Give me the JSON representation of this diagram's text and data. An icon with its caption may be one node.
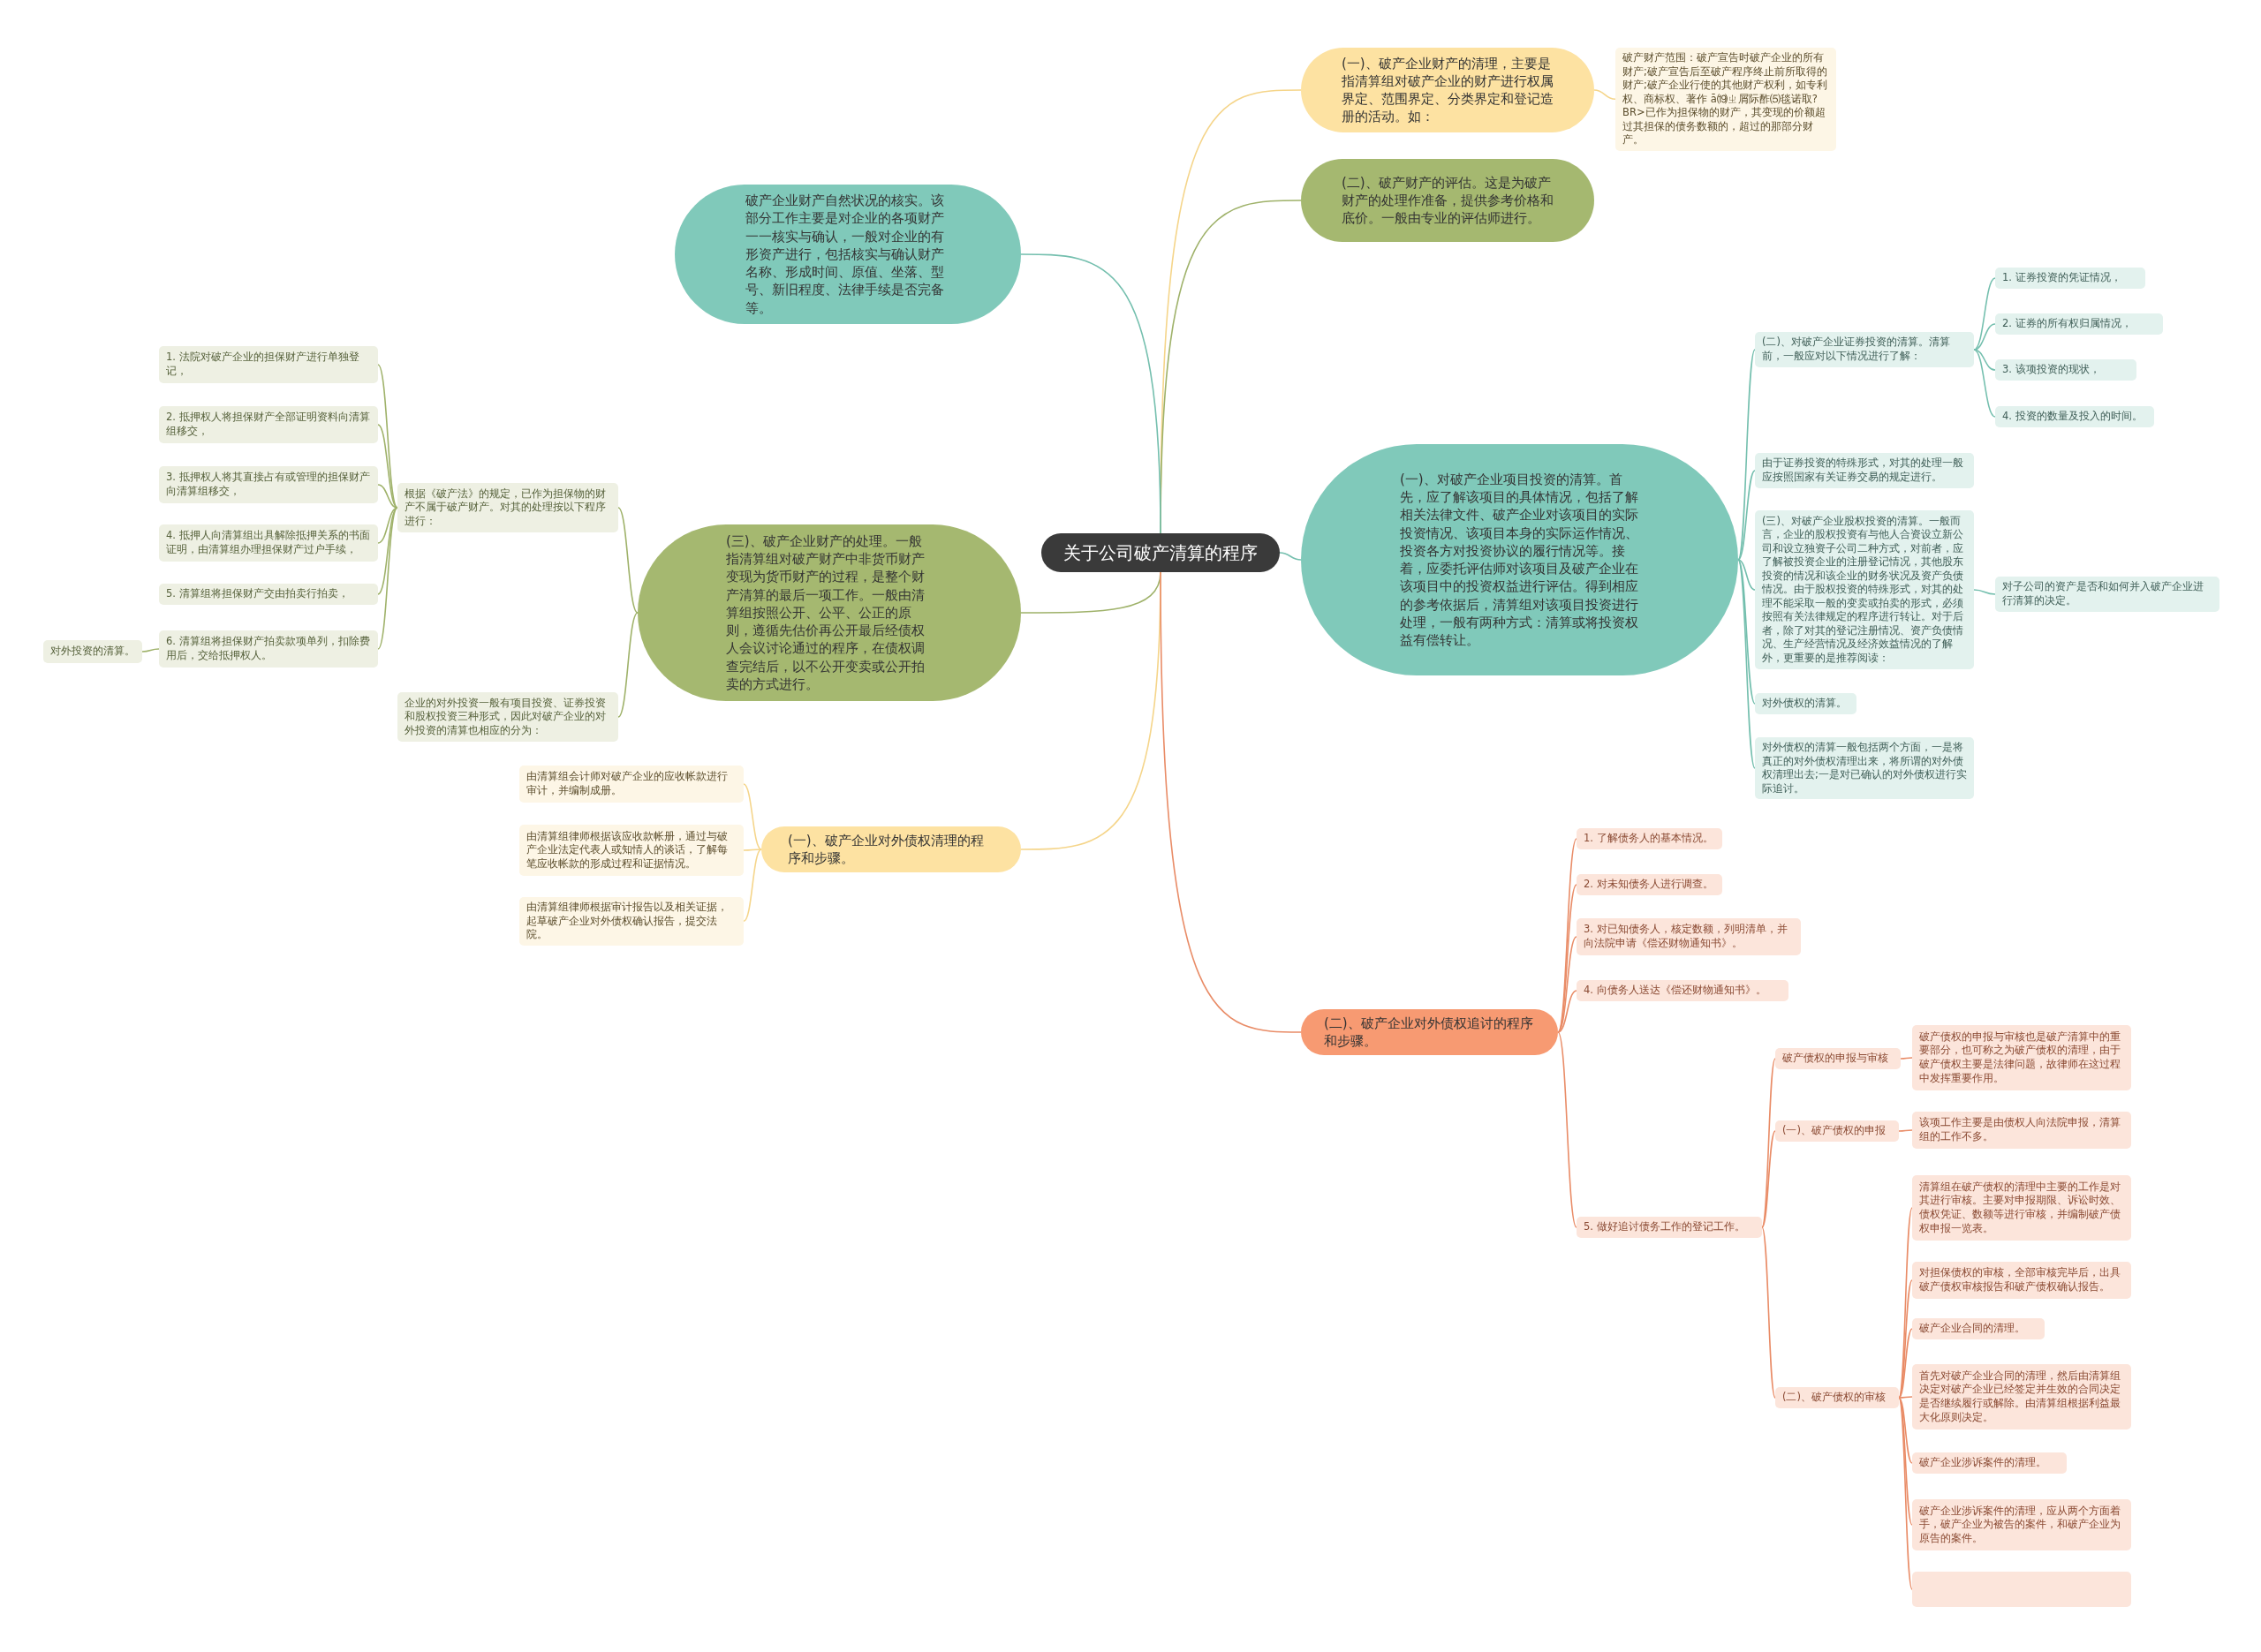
{
  "diagram": {
    "nodes": [
      {
        "text": [
          "关于公司破产清算的程序"
        ]
      },
      {
        "text": [
          "(一)、破产企业财产的清理，主要是指清算组对破产企业的财产进行权属界定、范围界定、分类界定和登记造册的活动。如："
        ]
      },
      {
        "text": [
          "破产财产范围：破产宣告时破产企业的所有财产;破产宣告后至破产程序终止前所取得的财产;破产企业行使的其他财产权利，如专利权、商标权、著作 ā⒆ㄓ屑际酢⑸毯诺取?BR>已作为担保物的财产，其变现的价额超过其担保的债务数额的，超过的那部分财产。"
        ]
      },
      {
        "text": [
          "(二)、破产财产的评估。这是为破产财产的处理作准备，提供参考价格和底价。一般由专业的评估师进行。"
        ]
      },
      {
        "text": [
          "破产企业财产自然状况的核实。该部分工作主要是对企业的各项财产一一核实与确认，一般对企业的有形资产进行，包括核实与确认财产名称、形成时间、原值、坐落、型号、新旧程度、法律手续是否完备等。"
        ]
      },
      {
        "text": [
          "(一)、对破产企业项目投资的清算。首先，应了解该项目的具体情况，包括了解相关法律文件、破产企业对该项目的实际投资情况、该项目本身的实际运作情况、投资各方对投资协议的履行情况等。接着，应委托评估师对该项目及破产企业在该项目中的投资权益进行评估。得到相应的参考依据后，清算组对该项目投资进行处理，一般有两种方式：清算或将投资权益有偿转让。"
        ]
      },
      {
        "text": [
          "(二)、对破产企业证券投资的清算。清算前，一般应对以下情况进行了解："
        ]
      },
      {
        "text": [
          "1. 证券投资的凭证情况，"
        ]
      },
      {
        "text": [
          "2. 证券的所有权归属情况，"
        ]
      },
      {
        "text": [
          "3. 该项投资的现状，"
        ]
      },
      {
        "text": [
          "4. 投资的数量及投入的时间。"
        ]
      },
      {
        "text": [
          "由于证券投资的特殊形式，对其的处理一般应按照国家有关证券交易的规定进行。"
        ]
      },
      {
        "text": [
          "(三)、对破产企业股权投资的清算。一般而言，企业的股权投资有与他人合资设立新公司和设立独资子公司二种方式，对前者，应了解被投资企业的注册登记情况，其他股东投资的情况和该企业的财务状况及资产负债情况。由于股权投资的特殊形式，对其的处理不能采取一般的变卖或拍卖的形式，必须按照有关法律规定的程序进行转让。对于后者，除了对其的登记注册情况、资产负债情况、生产经营情况及经济效益情况的了解外，更重要的是推荐阅读："
        ]
      },
      {
        "text": [
          "对子公司的资产是否和如何并入破产企业进行清算的决定。"
        ]
      },
      {
        "text": [
          "对外债权的清算。"
        ]
      },
      {
        "text": [
          "对外债权的清算一般包括两个方面，一是将真正的对外债权清理出来，将所谓的对外债权清理出去;一是对已确认的对外债权进行实际追讨。"
        ]
      },
      {
        "text": [
          "(三)、破产企业财产的处理。一般指清算组对破产财产中非货币财产变现为货币财产的过程，是整个财产清算的最后一项工作。一般由清算组按照公开、公平、公正的原则，遵循先估价再公开最后经债权人会议讨论通过的程序，在债权调查完结后，以不公开变卖或公开拍卖的方式进行。"
        ]
      },
      {
        "text": [
          "根据《破产法》的规定，已作为担保物的财产不属于破产财产。对其的处理按以下程序进行："
        ]
      },
      {
        "text": [
          "1. 法院对破产企业的担保财产进行单独登记，"
        ]
      },
      {
        "text": [
          "2. 抵押权人将担保财产全部证明资料向清算组移交，"
        ]
      },
      {
        "text": [
          "3. 抵押权人将其直接占有或管理的担保财产向清算组移交，"
        ]
      },
      {
        "text": [
          "4. 抵押人向清算组出具解除抵押关系的书面证明，由清算组办理担保财产过户手续，"
        ]
      },
      {
        "text": [
          "5. 清算组将担保财产交由拍卖行拍卖，"
        ]
      },
      {
        "text": [
          "6. 清算组将担保财产拍卖款项单列，扣除费用后，交给抵押权人。"
        ]
      },
      {
        "text": [
          "对外投资的清算。"
        ]
      },
      {
        "text": [
          "企业的对外投资一般有项目投资、证券投资和股权投资三种形式，因此对破产企业的对外投资的清算也相应的分为："
        ]
      },
      {
        "text": [
          "(一)、破产企业对外债权清理的程序和步骤。"
        ]
      },
      {
        "text": [
          "由清算组会计师对破产企业的应收帐款进行审计，并编制成册。"
        ]
      },
      {
        "text": [
          "由清算组律师根据该应收款帐册，通过与破产企业法定代表人或知情人的谈话，了解每笔应收帐款的形成过程和证据情况。"
        ]
      },
      {
        "text": [
          "由清算组律师根据审计报告以及相关证据，起草破产企业对外债权确认报告，提交法院。"
        ]
      },
      {
        "text": [
          "(二)、破产企业对外债权追讨的程序和步骤。"
        ]
      },
      {
        "text": [
          "1. 了解债务人的基本情况。"
        ]
      },
      {
        "text": [
          "2. 对未知债务人进行调查。"
        ]
      },
      {
        "text": [
          "3. 对已知债务人，核定数额，列明清单，并向法院申请《偿还财物通知书》。"
        ]
      },
      {
        "text": [
          "4. 向债务人送达《偿还财物通知书》。"
        ]
      },
      {
        "text": [
          "5. 做好追讨债务工作的登记工作。"
        ]
      },
      {
        "text": [
          "破产债权的申报与审核"
        ]
      },
      {
        "text": [
          "破产债权的申报与审核也是破产清算中的重要部分，也可称之为破产债权的清理，由于破产债权主要是法律问题，故律师在这过程中发挥重要作用。"
        ]
      },
      {
        "text": [
          "(一)、破产债权的申报"
        ]
      },
      {
        "text": [
          "该项工作主要是由债权人向法院申报，清算组的工作不多。"
        ]
      },
      {
        "text": [
          "(二)、破产债权的审核"
        ]
      },
      {
        "text": [
          "清算组在破产债权的清理中主要的工作是对其进行审核。主要对申报期限、诉讼时效、债权凭证、数额等进行审核，并编制破产债权申报一览表。"
        ]
      },
      {
        "text": [
          "对担保债权的审核，全部审核完毕后，出具破产债权审核报告和破产债权确认报告。"
        ]
      },
      {
        "text": [
          "破产企业合同的清理。"
        ]
      },
      {
        "text": [
          "首先对破产企业合同的清理，然后由清算组决定对破产企业已经签定并生效的合同决定是否继续履行或解除。由清算组根据利益最大化原则决定。"
        ]
      },
      {
        "text": [
          "破产企业涉诉案件的清理。"
        ]
      },
      {
        "text": [
          "破产企业涉诉案件的清理，应从两个方面着手，破产企业为被告的案件，和破产企业为原告的案件。"
        ]
      },
      {
        "text": [],
        "shape": "box"
      }
    ],
    "edges": [
      {
        "from": 0,
        "to": 1,
        "arrow": "none",
        "color": "#f5d58a"
      },
      {
        "from": 1,
        "to": 2,
        "arrow": "none",
        "color": "#f5d58a"
      },
      {
        "from": 0,
        "to": 3,
        "arrow": "none",
        "color": "#9fb26a"
      },
      {
        "from": 0,
        "to": 4,
        "arrow": "none",
        "color": "#74bfae"
      },
      {
        "from": 0,
        "to": 5,
        "arrow": "none",
        "color": "#74bfae"
      },
      {
        "from": 5,
        "to": 6,
        "arrow": "none",
        "color": "#74bfae"
      },
      {
        "from": 6,
        "to": 7,
        "arrow": "none",
        "color": "#74bfae"
      },
      {
        "from": 6,
        "to": 8,
        "arrow": "none",
        "color": "#74bfae"
      },
      {
        "from": 6,
        "to": 9,
        "arrow": "none",
        "color": "#74bfae"
      },
      {
        "from": 6,
        "to": 10,
        "arrow": "none",
        "color": "#74bfae"
      },
      {
        "from": 5,
        "to": 11,
        "arrow": "none",
        "color": "#74bfae"
      },
      {
        "from": 5,
        "to": 12,
        "arrow": "none",
        "color": "#74bfae"
      },
      {
        "from": 12,
        "to": 13,
        "arrow": "none",
        "color": "#74bfae"
      },
      {
        "from": 5,
        "to": 14,
        "arrow": "none",
        "color": "#74bfae"
      },
      {
        "from": 5,
        "to": 15,
        "arrow": "none",
        "color": "#74bfae"
      },
      {
        "from": 0,
        "to": 16,
        "arrow": "none",
        "color": "#9fb26a"
      },
      {
        "from": 16,
        "to": 17,
        "arrow": "none",
        "color": "#9fb26a"
      },
      {
        "from": 17,
        "to": 18,
        "arrow": "none",
        "color": "#9fb26a"
      },
      {
        "from": 17,
        "to": 19,
        "arrow": "none",
        "color": "#9fb26a"
      },
      {
        "from": 17,
        "to": 20,
        "arrow": "none",
        "color": "#9fb26a"
      },
      {
        "from": 17,
        "to": 21,
        "arrow": "none",
        "color": "#9fb26a"
      },
      {
        "from": 17,
        "to": 22,
        "arrow": "none",
        "color": "#9fb26a"
      },
      {
        "from": 17,
        "to": 23,
        "arrow": "none",
        "color": "#9fb26a"
      },
      {
        "from": 23,
        "to": 24,
        "arrow": "none",
        "color": "#9fb26a"
      },
      {
        "from": 16,
        "to": 25,
        "arrow": "none",
        "color": "#9fb26a"
      },
      {
        "from": 0,
        "to": 26,
        "arrow": "none",
        "color": "#f5d58a"
      },
      {
        "from": 26,
        "to": 27,
        "arrow": "none",
        "color": "#f5d58a"
      },
      {
        "from": 26,
        "to": 28,
        "arrow": "none",
        "color": "#f5d58a"
      },
      {
        "from": 26,
        "to": 29,
        "arrow": "none",
        "color": "#f5d58a"
      },
      {
        "from": 0,
        "to": 30,
        "arrow": "none"
      },
      {
        "from": 30,
        "to": 31,
        "arrow": "none"
      },
      {
        "from": 30,
        "to": 32,
        "arrow": "none"
      },
      {
        "from": 30,
        "to": 33,
        "arrow": "none"
      },
      {
        "from": 30,
        "to": 34,
        "arrow": "none"
      },
      {
        "from": 30,
        "to": 35,
        "arrow": "none"
      },
      {
        "from": 35,
        "to": 36,
        "arrow": "none"
      },
      {
        "from": 36,
        "to": 37,
        "arrow": "none"
      },
      {
        "from": 35,
        "to": 38,
        "arrow": "none"
      },
      {
        "from": 38,
        "to": 39,
        "arrow": "none"
      },
      {
        "from": 35,
        "to": 40,
        "arrow": "none"
      },
      {
        "from": 40,
        "to": 41,
        "arrow": "none"
      },
      {
        "from": 40,
        "to": 42,
        "arrow": "none"
      },
      {
        "from": 40,
        "to": 43,
        "arrow": "none"
      },
      {
        "from": 40,
        "to": 44,
        "arrow": "none"
      },
      {
        "from": 40,
        "to": 45,
        "arrow": "none"
      },
      {
        "from": 40,
        "to": 46,
        "arrow": "none"
      },
      {
        "from": 40,
        "to": 47,
        "arrow": "none"
      }
    ]
  }
}
